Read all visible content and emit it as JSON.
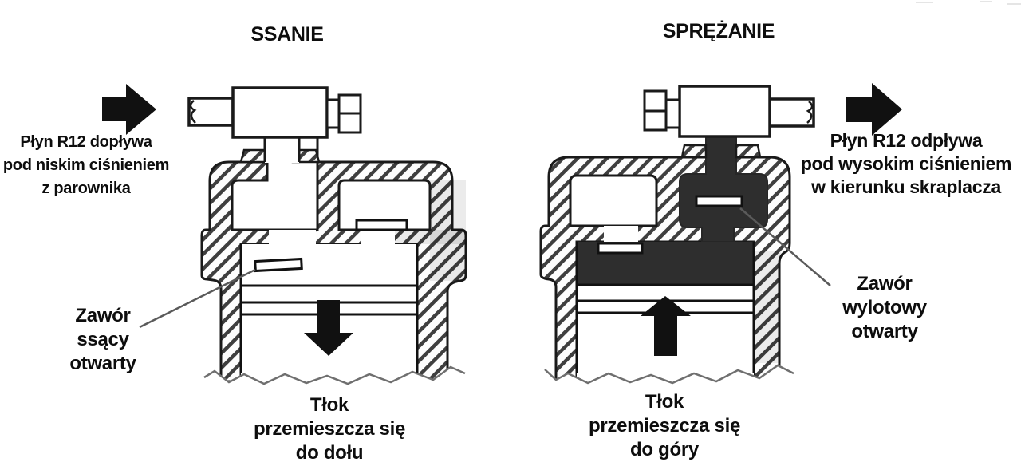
{
  "figure": {
    "type": "technical-diagram",
    "subject": "R12 compressor cycle cross-sections",
    "language": "Polish"
  },
  "panels": {
    "left": {
      "title": "SSANIE",
      "flow_text": "Płyn R12 dopływa\npod niskim ciśnieniem\nz parownika",
      "valve_label": "Zawór\nssący\notwarty",
      "piston_label": "Tłok\nprzemieszcza się\ndo dołu"
    },
    "right": {
      "title": "SPRĘŻANIE",
      "flow_text": "Płyn R12 odpływa\npod wysokim ciśnieniem\nw kierunku skraplacza",
      "valve_label": "Zawór\nwylotowy\notwarty",
      "piston_label": "Tłok\nprzemieszcza się\ndo góry"
    }
  },
  "icons": {
    "left_inflow_arrow": "flow-in-arrow-icon",
    "right_outflow_arrow": "flow-out-arrow-icon",
    "left_piston_arrow": "piston-down-arrow-icon",
    "right_piston_arrow": "piston-up-arrow-icon"
  },
  "colors": {
    "ink": "#1a1a1a",
    "refrigerant_dark": "#2e2e2e",
    "hatch_line": "#3f3f3f",
    "leader_line": "#5a5a5a",
    "paper": "#ffffff",
    "tear_line": "#6f6f6f"
  }
}
